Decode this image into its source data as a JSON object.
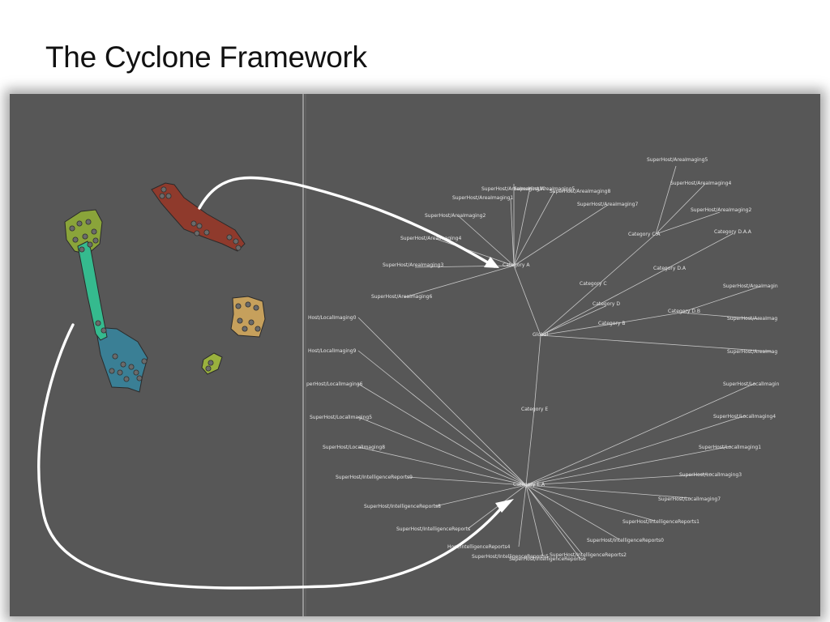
{
  "title": "The Cyclone Framework",
  "colors": {
    "panel_bg": "#575757",
    "edge": "#c8c8c8",
    "arrow": "#ffffff",
    "region_red": "#8f3a2c",
    "region_olive": "#8aa43a",
    "region_teal": "#35ba8e",
    "region_blue": "#3a7f95",
    "region_tan": "#c6a05c",
    "region_green": "#9ab13e",
    "dot": "#6a6a6a"
  },
  "tree": {
    "nodes": {
      "root": "Global",
      "category_a": "Category A",
      "category_b": "Category B",
      "category_c": "Category C",
      "category_ca": "Category C.A",
      "category_d": "Category D",
      "category_da": "Category D.A",
      "category_daa": "Category D.A.A",
      "category_db": "Category D.B",
      "category_e": "Category E",
      "category_ea": "Category E.A"
    },
    "area_imaging_a": [
      "SuperHost/AreaImaging5",
      "SuperHost/AreaImaging10",
      "SuperHost/AreaImaging8",
      "SuperHost/AreaImaging1",
      "SuperHost/AreaImaging7",
      "SuperHost/AreaImaging2",
      "SuperHost/AreaImaging4",
      "SuperHost/AreaImaging3",
      "SuperHost/AreaImaging6"
    ],
    "area_imaging_ca": [
      "SuperHost/AreaImaging5",
      "SuperHost/AreaImaging4",
      "SuperHost/AreaImaging2"
    ],
    "area_imaging_d": [
      "SuperHost/AreaImagin",
      "SuperHost/AreaImag",
      "SuperHost/AreaImag"
    ],
    "ea_left": [
      "Host/LocalImaging0",
      "Host/LocalImaging9",
      "perHost/LocalImaging6",
      "SuperHost/LocalImaging5",
      "SuperHost/LocalImaging8",
      "SuperHost/IntelligenceReports9",
      "SuperHost/IntelligenceReports8",
      "SuperHost/IntelligenceReports",
      "Host/IntelligenceReports4",
      "SuperHost/IntelligenceReports5",
      "SuperHost/IntelligenceReports6"
    ],
    "ea_right": [
      "SuperHost/LocalImagin",
      "SuperHost/LocalImaging4",
      "SuperHost/LocalImaging1",
      "SuperHost/LocalImaging3",
      "SuperHost/LocalImaging7",
      "SuperHost/IntelligenceReports1",
      "SuperHost/IntelligenceReports0",
      "SuperHost/IntelligenceReports2"
    ]
  }
}
